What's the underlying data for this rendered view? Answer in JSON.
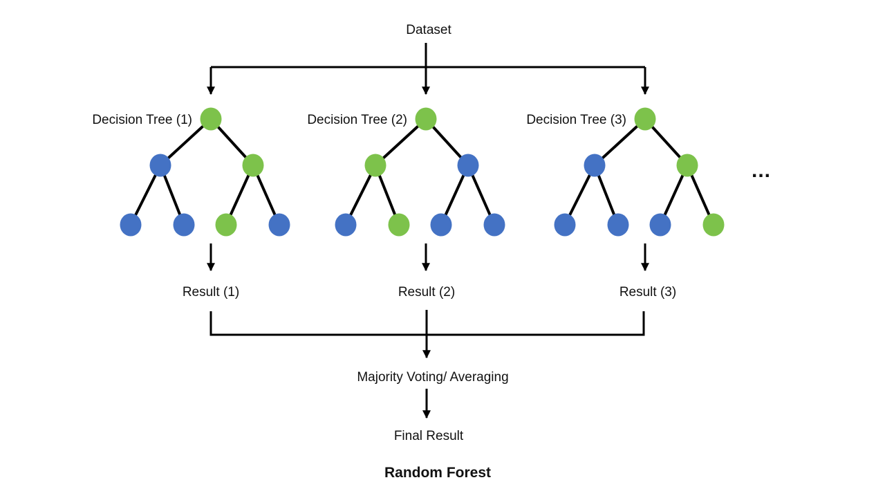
{
  "title": "Random Forest",
  "dataset_label": "Dataset",
  "majority_label": "Majority Voting/ Averaging",
  "final_label": "Final Result",
  "ellipsis": "...",
  "colors": {
    "green": "#7DC24B",
    "blue": "#4472C4",
    "line": "#000000"
  },
  "trees": [
    {
      "label": "Decision Tree (1)",
      "result_label": "Result (1)",
      "nodes": [
        "green",
        "blue",
        "green",
        "blue",
        "blue",
        "green",
        "blue"
      ]
    },
    {
      "label": "Decision Tree (2)",
      "result_label": "Result (2)",
      "nodes": [
        "green",
        "green",
        "blue",
        "blue",
        "green",
        "blue",
        "blue"
      ]
    },
    {
      "label": "Decision Tree (3)",
      "result_label": "Result (3)",
      "nodes": [
        "green",
        "blue",
        "green",
        "blue",
        "blue",
        "blue",
        "green"
      ]
    }
  ]
}
